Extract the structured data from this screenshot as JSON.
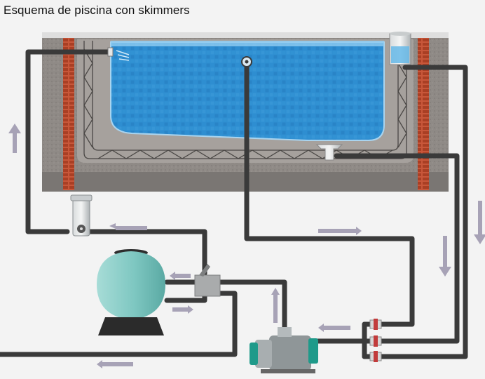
{
  "title": "Esquema de piscina con skimmers",
  "colors": {
    "background": "#f3f3f3",
    "pipe": "#3a3a3a",
    "water": "#2f8fd2",
    "ground": "#8f8a86",
    "brick": "#b84a2e",
    "filter_tank": "#7ec7c1",
    "pump_body": "#9aa3a5",
    "pump_accent": "#1f9a8a",
    "flow_arrow": "#a7a2b6",
    "valve": "#c23b3b"
  },
  "components": [
    {
      "name": "pool-basin",
      "icon": "pool-icon"
    },
    {
      "name": "skimmer",
      "icon": "skimmer-icon"
    },
    {
      "name": "bottom-drain",
      "icon": "drain-icon"
    },
    {
      "name": "wall-inlet",
      "icon": "inlet-icon"
    },
    {
      "name": "return-nozzle",
      "icon": "nozzle-icon"
    },
    {
      "name": "sand-filter",
      "icon": "filter-tank-icon"
    },
    {
      "name": "selector-valve",
      "icon": "multiport-valve-icon"
    },
    {
      "name": "pump",
      "icon": "pump-icon"
    },
    {
      "name": "chlorinator",
      "icon": "chlorinator-icon"
    },
    {
      "name": "suction-valves",
      "icon": "valve-icon"
    }
  ],
  "flow_arrows": [
    {
      "name": "return-up-arrow",
      "direction": "up"
    },
    {
      "name": "return-left-arrow",
      "direction": "left"
    },
    {
      "name": "filter-in-arrow",
      "direction": "left"
    },
    {
      "name": "filter-out-arrow",
      "direction": "right"
    },
    {
      "name": "drain-flow-arrow",
      "direction": "right"
    },
    {
      "name": "skimmer-down-arrow-1",
      "direction": "down"
    },
    {
      "name": "skimmer-down-arrow-2",
      "direction": "down"
    },
    {
      "name": "pump-in-arrow",
      "direction": "left"
    },
    {
      "name": "pump-out-arrow",
      "direction": "up"
    },
    {
      "name": "waste-arrow",
      "direction": "left"
    }
  ]
}
